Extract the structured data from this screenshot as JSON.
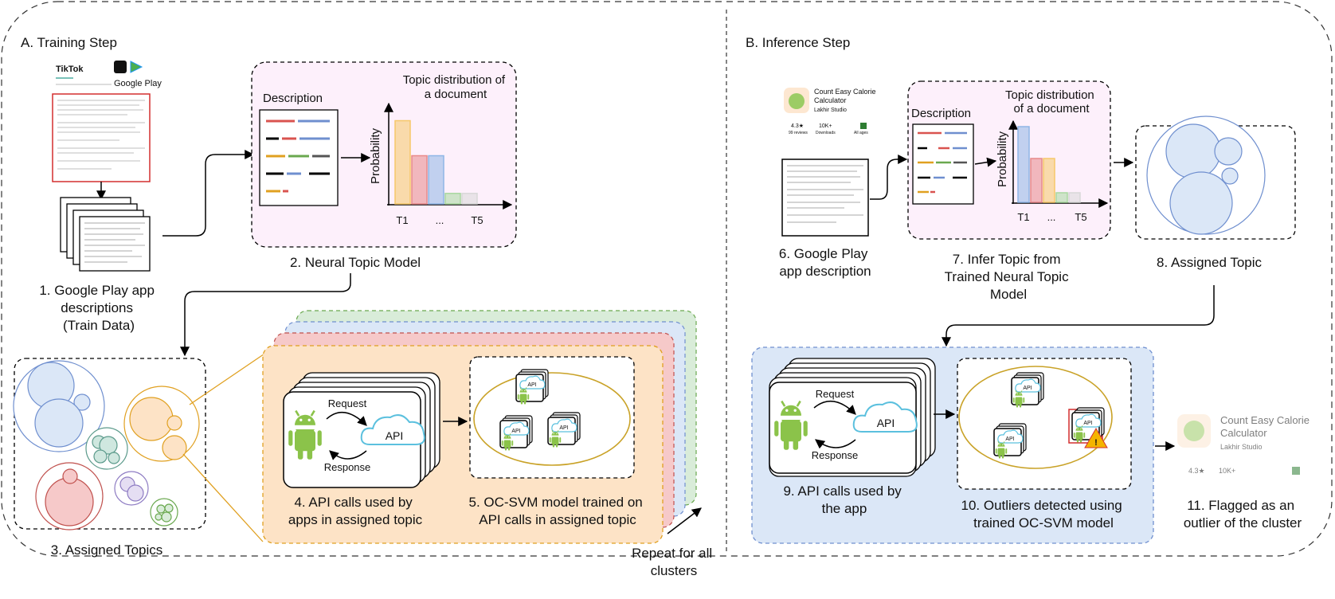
{
  "training": {
    "title": "A. Training Step",
    "brand_tiktok": "TikTok",
    "brand_gplay": "Google Play",
    "step1": [
      "1. Google Play app",
      "descriptions",
      "(Train Data)"
    ],
    "ntm_desc": "Description",
    "ntm_chart_title": [
      "Topic distribution of",
      "a document"
    ],
    "ntm_ylabel": "Probability",
    "ntm_ticks": [
      "T1",
      "...",
      "T5"
    ],
    "step2": "2. Neural Topic Model",
    "step3": "3. Assigned Topics",
    "api_request": "Request",
    "api_response": "Response",
    "api_label": "API",
    "step4": [
      "4. API calls used by",
      "apps in assigned topic"
    ],
    "step5": [
      "5. OC-SVM model trained on",
      "API calls in assigned topic"
    ],
    "repeat": [
      "Repeat for all",
      "clusters"
    ]
  },
  "inference": {
    "title": "B. Inference Step",
    "app_name": [
      "Count Easy Calorie",
      "Calculator"
    ],
    "app_dev": "Lakhir Studio",
    "app_stats": [
      "4.3★",
      "10K+"
    ],
    "app_stats_sub": [
      "99 reviews",
      "Downloads",
      "All ages"
    ],
    "step6": [
      "6. Google Play",
      "app description"
    ],
    "ntm_desc": "Description",
    "ntm_chart_title": [
      "Topic distribution",
      "of a document"
    ],
    "ntm_ylabel": "Probability",
    "ntm_ticks": [
      "T1",
      "...",
      "T5"
    ],
    "step7": [
      "7. Infer Topic from",
      "Trained Neural Topic",
      "Model"
    ],
    "step8": "8. Assigned Topic",
    "api_request": "Request",
    "api_response": "Response",
    "api_label": "API",
    "step9": [
      "9. API calls used by",
      "the app"
    ],
    "step10": [
      "10. Outliers detected using",
      "trained OC-SVM model"
    ],
    "flag_app_name": [
      "Count Easy Calorie",
      "Calculator"
    ],
    "flag_app_dev": "Lakhir Studio",
    "flag_stats": [
      "4.3★",
      "10K+"
    ],
    "step11": [
      "11. Flagged as an",
      "outlier of the cluster"
    ]
  },
  "chart_data": [
    {
      "type": "bar",
      "categories": [
        "T1",
        "",
        "",
        "",
        "T5"
      ],
      "values": [
        0.95,
        0.55,
        0.55,
        0.12,
        0.12
      ],
      "colors": [
        "#f6c86a",
        "#e8898a",
        "#8fb6e6",
        "#a8d8a0",
        "#d8d8d8"
      ],
      "xlabel": "",
      "ylabel": "Probability"
    },
    {
      "type": "bar",
      "categories": [
        "T1",
        "",
        "",
        "",
        "T5"
      ],
      "values": [
        0.95,
        0.55,
        0.55,
        0.12,
        0.12
      ],
      "colors": [
        "#8fb6e6",
        "#e8898a",
        "#f6c86a",
        "#a8d8a0",
        "#d8d8d8"
      ],
      "xlabel": "",
      "ylabel": "Probability"
    }
  ],
  "colors": {
    "ntm_bg": "#fdf0fb",
    "orange": "#fde3c6",
    "orange_stroke": "#e0a020",
    "blue_panel": "#dbe7f7",
    "blue_stroke": "#6f8fcf",
    "green_panel": "#d9ecd9",
    "red_panel": "#f6c9c9",
    "android": "#8bc34a",
    "cloud": "#5bc0de"
  }
}
